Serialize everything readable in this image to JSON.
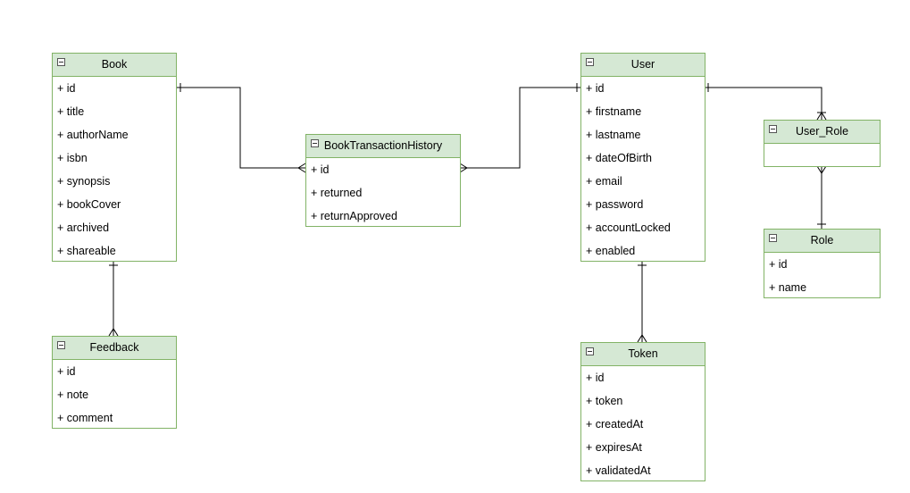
{
  "diagram": {
    "entities": {
      "book": {
        "name": "Book",
        "attributes": [
          "+ id",
          "+ title",
          "+ authorName",
          "+ isbn",
          "+ synopsis",
          "+ bookCover",
          "+ archived",
          "+ shareable"
        ]
      },
      "feedback": {
        "name": "Feedback",
        "attributes": [
          "+ id",
          "+ note",
          "+ comment"
        ]
      },
      "book_transaction_history": {
        "name": "BookTransactionHistory",
        "attributes": [
          "+ id",
          "+ returned",
          "+ returnApproved"
        ]
      },
      "user": {
        "name": "User",
        "attributes": [
          "+ id",
          "+ firstname",
          "+ lastname",
          "+ dateOfBirth",
          "+ email",
          "+ password",
          "+ accountLocked",
          "+ enabled"
        ]
      },
      "user_role": {
        "name": "User_Role",
        "attributes": []
      },
      "role": {
        "name": "Role",
        "attributes": [
          "+ id",
          "+ name"
        ]
      },
      "token": {
        "name": "Token",
        "attributes": [
          "+ id",
          "+ token",
          "+ createdAt",
          "+ expiresAt",
          "+ validatedAt"
        ]
      }
    },
    "relationships": [
      {
        "from": "Book",
        "to": "BookTransactionHistory",
        "from_cardinality": "one",
        "to_cardinality": "many"
      },
      {
        "from": "User",
        "to": "BookTransactionHistory",
        "from_cardinality": "one",
        "to_cardinality": "many"
      },
      {
        "from": "Book",
        "to": "Feedback",
        "from_cardinality": "one",
        "to_cardinality": "many"
      },
      {
        "from": "User",
        "to": "User_Role",
        "from_cardinality": "one",
        "to_cardinality": "one-or-many"
      },
      {
        "from": "Role",
        "to": "User_Role",
        "from_cardinality": "one",
        "to_cardinality": "many"
      },
      {
        "from": "User",
        "to": "Token",
        "from_cardinality": "one",
        "to_cardinality": "many"
      }
    ],
    "colors": {
      "header_fill": "#d5e8d4",
      "border": "#82b366",
      "line": "#000000"
    }
  }
}
